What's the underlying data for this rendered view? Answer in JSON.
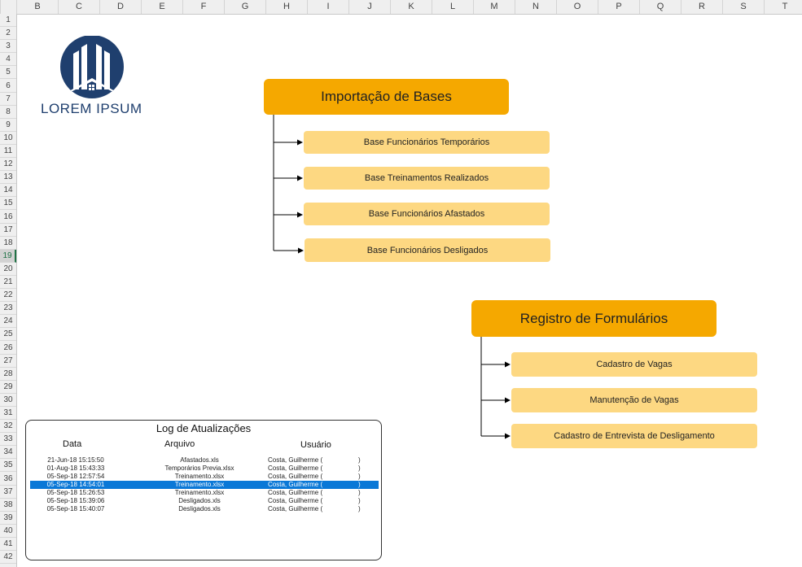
{
  "columns": [
    "B",
    "C",
    "D",
    "E",
    "F",
    "G",
    "H",
    "I",
    "J",
    "K",
    "L",
    "M",
    "N",
    "O",
    "P",
    "Q",
    "R",
    "S",
    "T"
  ],
  "rows": [
    "1",
    "2",
    "3",
    "4",
    "5",
    "6",
    "7",
    "8",
    "9",
    "10",
    "11",
    "12",
    "13",
    "14",
    "15",
    "16",
    "17",
    "18",
    "19",
    "20",
    "21",
    "22",
    "23",
    "24",
    "25",
    "26",
    "27",
    "28",
    "29",
    "30",
    "31",
    "32",
    "33",
    "34",
    "35",
    "36",
    "37",
    "38",
    "39",
    "40",
    "41",
    "42"
  ],
  "selected_row": "19",
  "logo": {
    "text": "LOREM IPSUM",
    "color": "#1f3f6e"
  },
  "importacao": {
    "title": "Importação de Bases",
    "items": [
      "Base Funcionários Temporários",
      "Base Treinamentos Realizados",
      "Base Funcionários Afastados",
      "Base Funcionários Desligados"
    ]
  },
  "registro": {
    "title": "Registro de Formulários",
    "items": [
      "Cadastro de Vagas",
      "Manutenção de Vagas",
      "Cadastro de Entrevista de Desligamento"
    ]
  },
  "log": {
    "title": "Log de Atualizações",
    "headers": {
      "date": "Data",
      "file": "Arquivo",
      "user": "Usuário"
    },
    "rows": [
      {
        "date": "21-Jun-18 15:15:50",
        "file": "Afastados.xls",
        "user": "Costa, Guilherme (",
        "end": ")"
      },
      {
        "date": "01-Aug-18 15:43:33",
        "file": "Temporários Previa.xlsx",
        "user": "Costa, Guilherme (",
        "end": ")"
      },
      {
        "date": "05-Sep-18 12:57:54",
        "file": "Treinamento.xlsx",
        "user": "Costa, Guilherme (",
        "end": ")"
      },
      {
        "date": "05-Sep-18 14:54:01",
        "file": "Treinamento.xlsx",
        "user": "Costa, Guilherme (",
        "end": ")"
      },
      {
        "date": "05-Sep-18 15:26:53",
        "file": "Treinamento.xlsx",
        "user": "Costa, Guilherme (",
        "end": ")"
      },
      {
        "date": "05-Sep-18 15:39:06",
        "file": "Desligados.xls",
        "user": "Costa, Guilherme (",
        "end": ")"
      },
      {
        "date": "05-Sep-18 15:40:07",
        "file": "Desligados.xls",
        "user": "Costa, Guilherme (",
        "end": ")"
      }
    ],
    "selected_index": 3
  },
  "colors": {
    "header_orange": "#f5a800",
    "item_orange": "#fdd882",
    "selection_blue": "#0a78d7"
  }
}
